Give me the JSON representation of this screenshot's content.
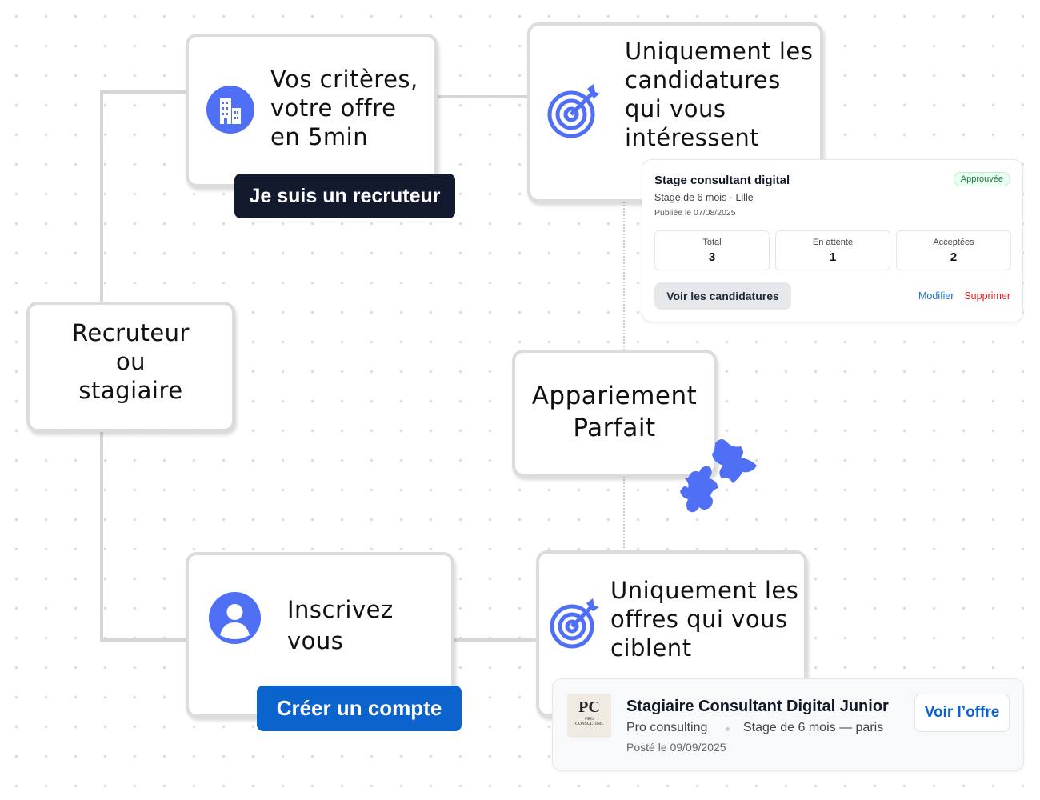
{
  "nodes": {
    "recruiter_offer": {
      "text": [
        "Vos critères,",
        "votre offre",
        "en 5min"
      ],
      "button": "Je suis un recruteur"
    },
    "target_candidates": {
      "text": [
        "Uniquement les",
        "candidatures",
        "qui vous",
        "intéressent"
      ]
    },
    "root": {
      "text": [
        "Recruteur",
        "ou",
        "stagiaire"
      ]
    },
    "match": {
      "text": [
        "Appariement",
        "Parfait"
      ]
    },
    "signup": {
      "text": [
        "Inscrivez",
        "vous"
      ],
      "button": "Créer un compte"
    },
    "target_offers": {
      "text": [
        "Uniquement les",
        "offres qui vous",
        "ciblent"
      ]
    }
  },
  "offer_card": {
    "title": "Stage consultant digital",
    "badge": "Approuvée",
    "subtitle": "Stage de 6 mois · Lille",
    "published": "Publiée le 07/08/2025",
    "stats": [
      {
        "label": "Total",
        "value": "3"
      },
      {
        "label": "En attente",
        "value": "1"
      },
      {
        "label": "Acceptées",
        "value": "2"
      }
    ],
    "view_button": "Voir les candidatures",
    "edit_link": "Modifier",
    "delete_link": "Supprimer"
  },
  "job_card": {
    "logo_text": "PRO CONSULTING",
    "title": "Stagiaire Consultant Digital Junior",
    "company": "Pro consulting",
    "details": "Stage de 6 mois — paris",
    "posted": "Posté le 09/09/2025",
    "button": "Voir l’offre"
  },
  "colors": {
    "accent": "#4f6ff5",
    "dark_button": "#131a2e",
    "blue_button": "#0b63ce",
    "approved": "#15803d",
    "link": "#1d6fd8",
    "danger": "#e11d1d"
  }
}
